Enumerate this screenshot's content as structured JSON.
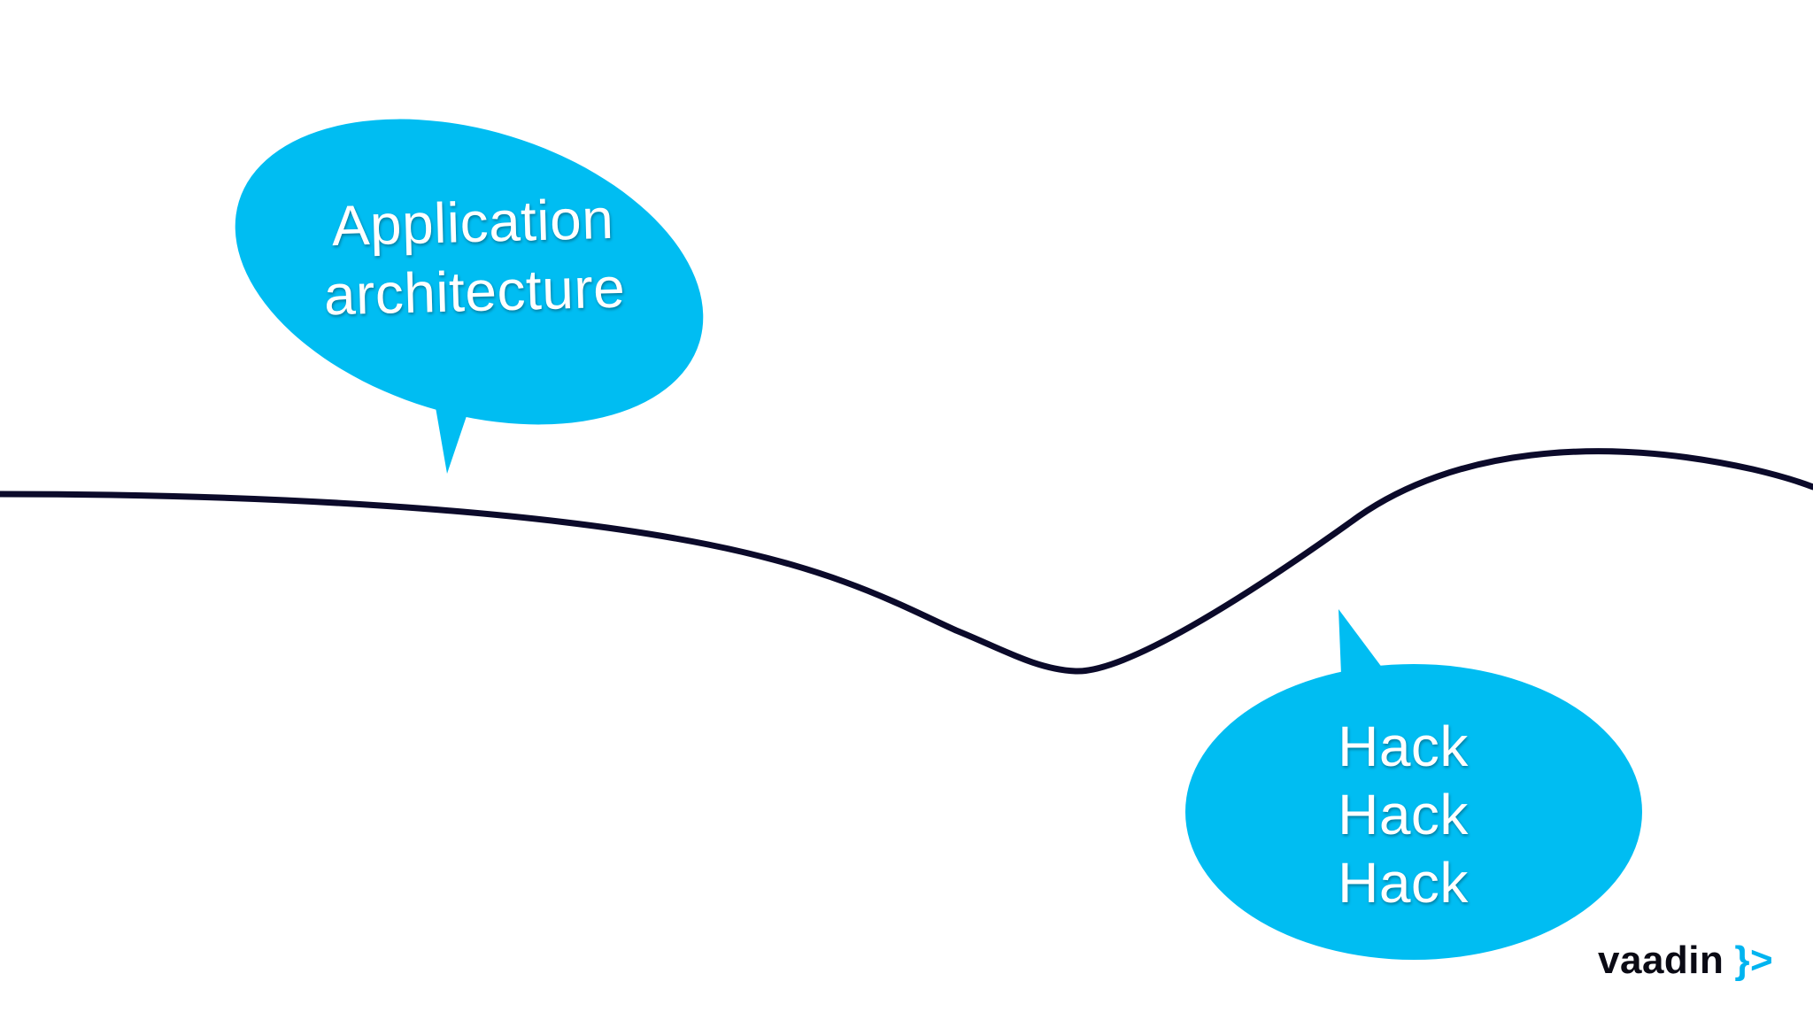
{
  "bubbles": {
    "top": {
      "lines": [
        "Application",
        "architecture"
      ]
    },
    "bottom": {
      "lines": [
        "Hack",
        "Hack",
        "Hack"
      ]
    }
  },
  "logo": {
    "text": "vaadin",
    "mark": "}>"
  },
  "colors": {
    "bubble": "#00bdf2",
    "curve": "#0b0a2a",
    "background": "#ffffff"
  }
}
